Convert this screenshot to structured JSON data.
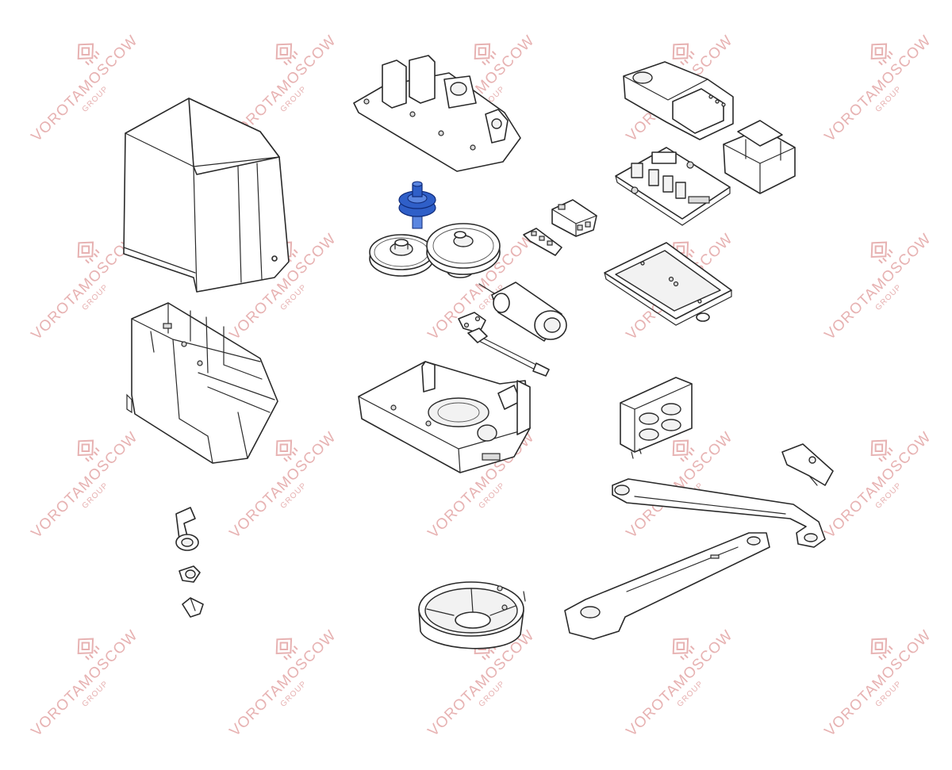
{
  "watermark": {
    "brand": "VOROTAMOSCOW",
    "sub": "GROUP",
    "color": "#e7b2b2"
  },
  "highlight_color": "#2f5fc8",
  "parts": [
    {
      "name": "cover"
    },
    {
      "name": "gearbox-base-top"
    },
    {
      "name": "pinion-gear-highlighted"
    },
    {
      "name": "intermediate-gear-small"
    },
    {
      "name": "intermediate-gear-large"
    },
    {
      "name": "gearmotor"
    },
    {
      "name": "limit-switch-assembly"
    },
    {
      "name": "connector-block"
    },
    {
      "name": "terminal-strip"
    },
    {
      "name": "card-holder-cover"
    },
    {
      "name": "control-board"
    },
    {
      "name": "transformer"
    },
    {
      "name": "board-bracket"
    },
    {
      "name": "chassis-frame"
    },
    {
      "name": "gearbox-housing"
    },
    {
      "name": "anchor-plate"
    },
    {
      "name": "release-lever"
    },
    {
      "name": "release-knob"
    },
    {
      "name": "release-key"
    },
    {
      "name": "bottom-cup"
    },
    {
      "name": "curved-arm"
    },
    {
      "name": "straight-arm"
    },
    {
      "name": "gate-bracket"
    }
  ]
}
